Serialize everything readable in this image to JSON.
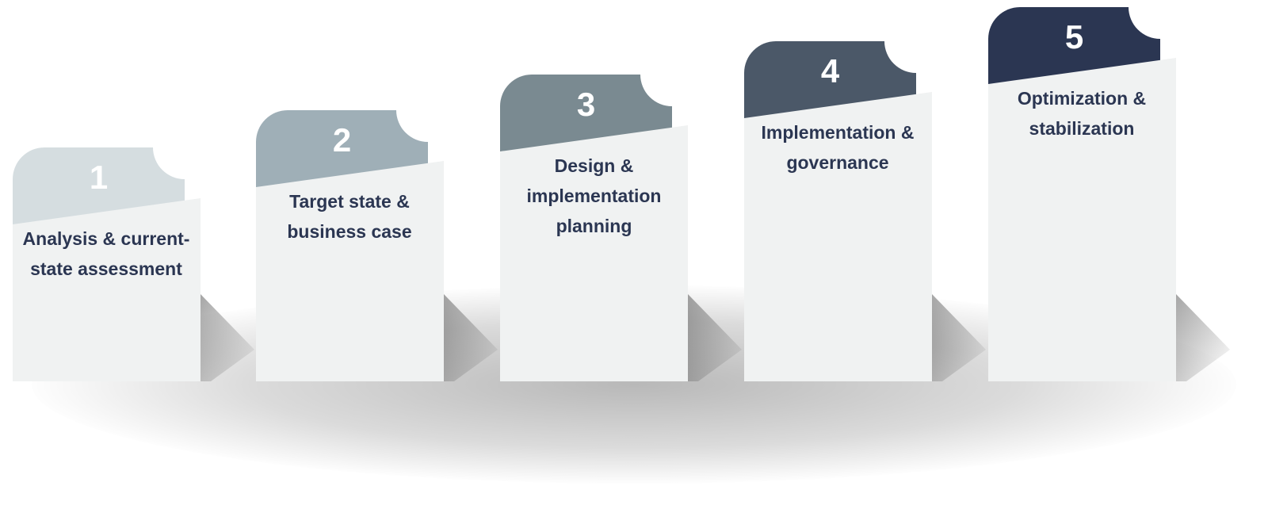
{
  "steps": [
    {
      "number": "1",
      "label": "Analysis & current-state assessment",
      "color": "#d5dde0"
    },
    {
      "number": "2",
      "label": "Target state & business case",
      "color": "#9fafb7"
    },
    {
      "number": "3",
      "label": "Design & implementation planning",
      "color": "#7a8a91"
    },
    {
      "number": "4",
      "label": "Implementation & governance",
      "color": "#4b5868"
    },
    {
      "number": "5",
      "label": "Optimization & stabilization",
      "color": "#2b3652"
    }
  ],
  "colors": {
    "body": "#f0f2f2",
    "text": "#2b3652"
  }
}
